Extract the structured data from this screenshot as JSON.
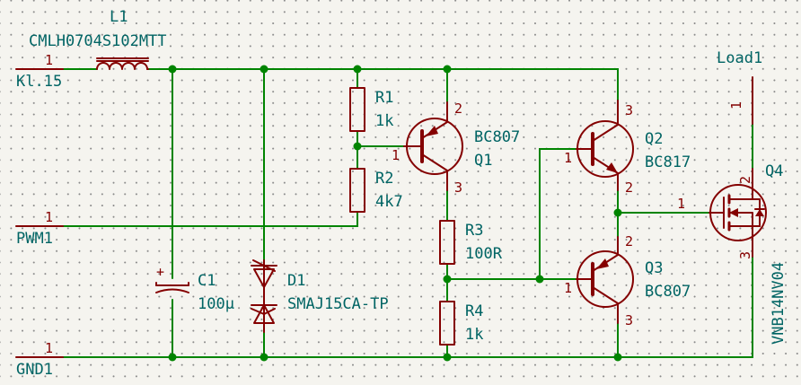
{
  "components": {
    "L1": {
      "ref": "L1",
      "value": "CMLH0704S102MTT"
    },
    "R1": {
      "ref": "R1",
      "value": "1k"
    },
    "R2": {
      "ref": "R2",
      "value": "4k7"
    },
    "R3": {
      "ref": "R3",
      "value": "100R"
    },
    "R4": {
      "ref": "R4",
      "value": "1k"
    },
    "C1": {
      "ref": "C1",
      "value": "100µ"
    },
    "D1": {
      "ref": "D1",
      "value": "SMAJ15CA-TP"
    },
    "Q1": {
      "ref": "Q1",
      "value": "BC807"
    },
    "Q2": {
      "ref": "Q2",
      "value": "BC817"
    },
    "Q3": {
      "ref": "Q3",
      "value": "BC807"
    },
    "Q4": {
      "ref": "Q4",
      "value": "VNB14NV04"
    }
  },
  "connectors": {
    "kl15": {
      "label": "Kl.15",
      "pin": "1"
    },
    "pwm1": {
      "label": "PWM1",
      "pin": "1"
    },
    "gnd1": {
      "label": "GND1",
      "pin": "1"
    },
    "load1": {
      "label": "Load1",
      "pin": "1"
    }
  },
  "pins": {
    "one": "1",
    "two": "2",
    "three": "3"
  },
  "c1_polarity": "+",
  "colors": {
    "wire": "#008400",
    "symbol": "#840000",
    "label": "#006464",
    "background": "#f5f4ef"
  }
}
